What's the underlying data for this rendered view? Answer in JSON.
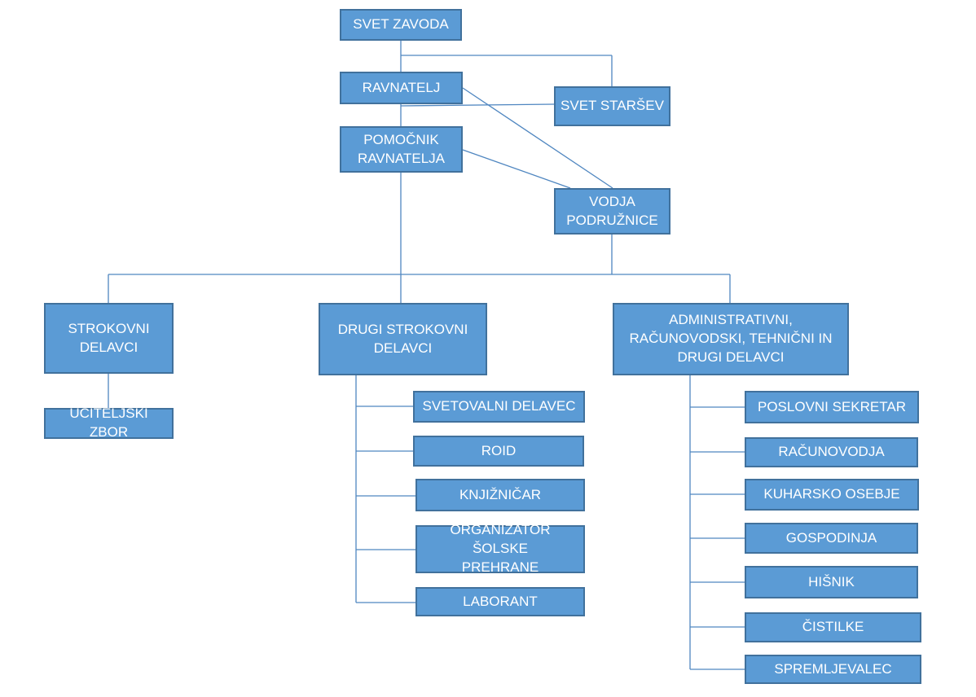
{
  "theme": {
    "box_fill": "#5b9bd5",
    "box_border": "#41719c",
    "connector": "#4f86c0",
    "text": "#ffffff"
  },
  "nodes": {
    "svet_zavoda": "SVET ZAVODA",
    "ravnatelj": "RAVNATELJ",
    "svet_starsev": "SVET STARŠEV",
    "pomocnik": "POMOČNIK\nRAVNATELJA",
    "vodja": "VODJA\nPODRUŽNICE",
    "strokovni": "STROKOVNI\nDELAVCI",
    "drugi_strokovni": "DRUGI STROKOVNI\nDELAVCI",
    "administrativni": "ADMINISTRATIVNI,\nRAČUNOVODSKI, TEHNIČNI IN\nDRUGI DELAVCI",
    "uciteljski_zbor": "UČITELJSKI ZBOR",
    "svetovalni": "SVETOVALNI DELAVEC",
    "roid": "ROID",
    "knjiznicar": "KNJIŽNIČAR",
    "organizator": "ORGANIZATOR ŠOLSKE\nPREHRANE",
    "laborant": "LABORANT",
    "poslovni": "POSLOVNI SEKRETAR",
    "racunovodja": "RAČUNOVODJA",
    "kuharsko": "KUHARSKO OSEBJE",
    "gospodinja": "GOSPODINJA",
    "hisnik": "HIŠNIK",
    "cistilke": "ČISTILKE",
    "spremljevalec": "SPREMLJEVALEC"
  }
}
